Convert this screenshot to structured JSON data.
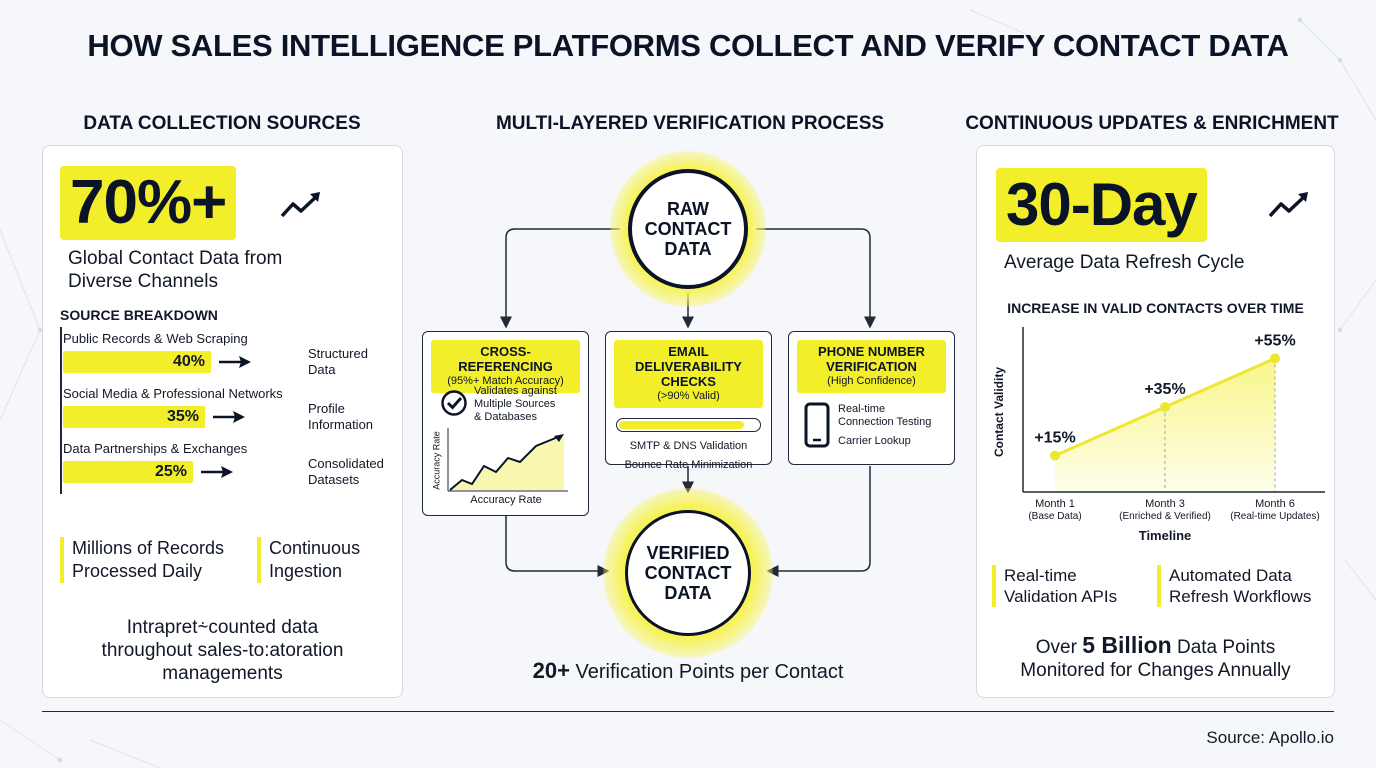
{
  "title": "HOW SALES INTELLIGENCE PLATFORMS COLLECT AND VERIFY CONTACT DATA",
  "left": {
    "heading": "DATA COLLECTION SOURCES",
    "stat": "70%+",
    "stat_desc_1": "Global Contact Data from",
    "stat_desc_2": "Diverse Channels",
    "breakdown_title": "SOURCE BREAKDOWN",
    "sources": [
      {
        "label": "Public Records & Web Scraping",
        "value": "40%",
        "pct": 40,
        "result_1": "Structured",
        "result_2": "Data"
      },
      {
        "label": "Social Media & Professional Networks",
        "value": "35%",
        "pct": 35,
        "result_1": "Profile",
        "result_2": "Information"
      },
      {
        "label": "Data Partnerships & Exchanges",
        "value": "25%",
        "pct": 25,
        "result_1": "Consolidated",
        "result_2": "Datasets"
      }
    ],
    "callout_1_line1": "Millions of Records",
    "callout_1_line2": "Processed Daily",
    "callout_2_line1": "Continuous",
    "callout_2_line2": "Ingestion",
    "footer_1": "Intrapret⸞counted data",
    "footer_2": "throughout sales-to:atoration",
    "footer_3": "managements"
  },
  "middle": {
    "heading": "MULTI-LAYERED VERIFICATION PROCESS",
    "raw_1": "RAW",
    "raw_2": "CONTACT",
    "raw_3": "DATA",
    "box1": {
      "title": "CROSS-REFERENCING",
      "sub": "(95%+ Match Accuracy)",
      "text_1": "Validates against",
      "text_2": "Multiple Sources",
      "text_3": "& Databases",
      "y_axis": "Accuracy Rate",
      "x_axis": "Accuracy Rate"
    },
    "box2": {
      "title_1": "EMAIL DELIVERABILITY",
      "title_2": "CHECKS",
      "sub": "(>90% Valid)",
      "progress": 0.9,
      "line_1": "SMTP & DNS Validation",
      "line_2": "Bounce Rate Minimization"
    },
    "box3": {
      "title_1": "PHONE NUMBER",
      "title_2": "VERIFICATION",
      "sub": "(High Confidence)",
      "line_1": "Real-time",
      "line_2": "Connection Testing",
      "line_3": "Carrier Lookup"
    },
    "verified_1": "VERIFIED",
    "verified_2": "CONTACT",
    "verified_3": "DATA",
    "footer_bold": "20+",
    "footer_rest": "Verification Points per Contact"
  },
  "right": {
    "heading": "CONTINUOUS UPDATES & ENRICHMENT",
    "stat": "30-Day",
    "stat_desc": "Average Data Refresh Cycle",
    "chart_title": "INCREASE IN VALID CONTACTS OVER TIME",
    "callout_1_line1": "Real-time",
    "callout_1_line2": "Validation APIs",
    "callout_2_line1": "Automated Data",
    "callout_2_line2": "Refresh Workflows",
    "footer_1a": "Over",
    "footer_1b": "5 Billion",
    "footer_1c": "Data Points",
    "footer_2": "Monitored for Changes Annually"
  },
  "chart_data": {
    "type": "area",
    "title": "INCREASE IN VALID CONTACTS OVER TIME",
    "xlabel": "Timeline",
    "ylabel": "Contact Validity",
    "categories": [
      "Month 1",
      "Month 3",
      "Month 6"
    ],
    "category_notes": [
      "(Base Data)",
      "(Enriched & Verified)",
      "(Real-time Updates)"
    ],
    "values": [
      15,
      35,
      55
    ],
    "labels": [
      "+15%",
      "+35%",
      "+55%"
    ],
    "ylim": [
      0,
      70
    ],
    "grid": false
  },
  "source": "Source: Apollo.io",
  "colors": {
    "accent": "#f2ef2a",
    "ink": "#0b1426"
  }
}
